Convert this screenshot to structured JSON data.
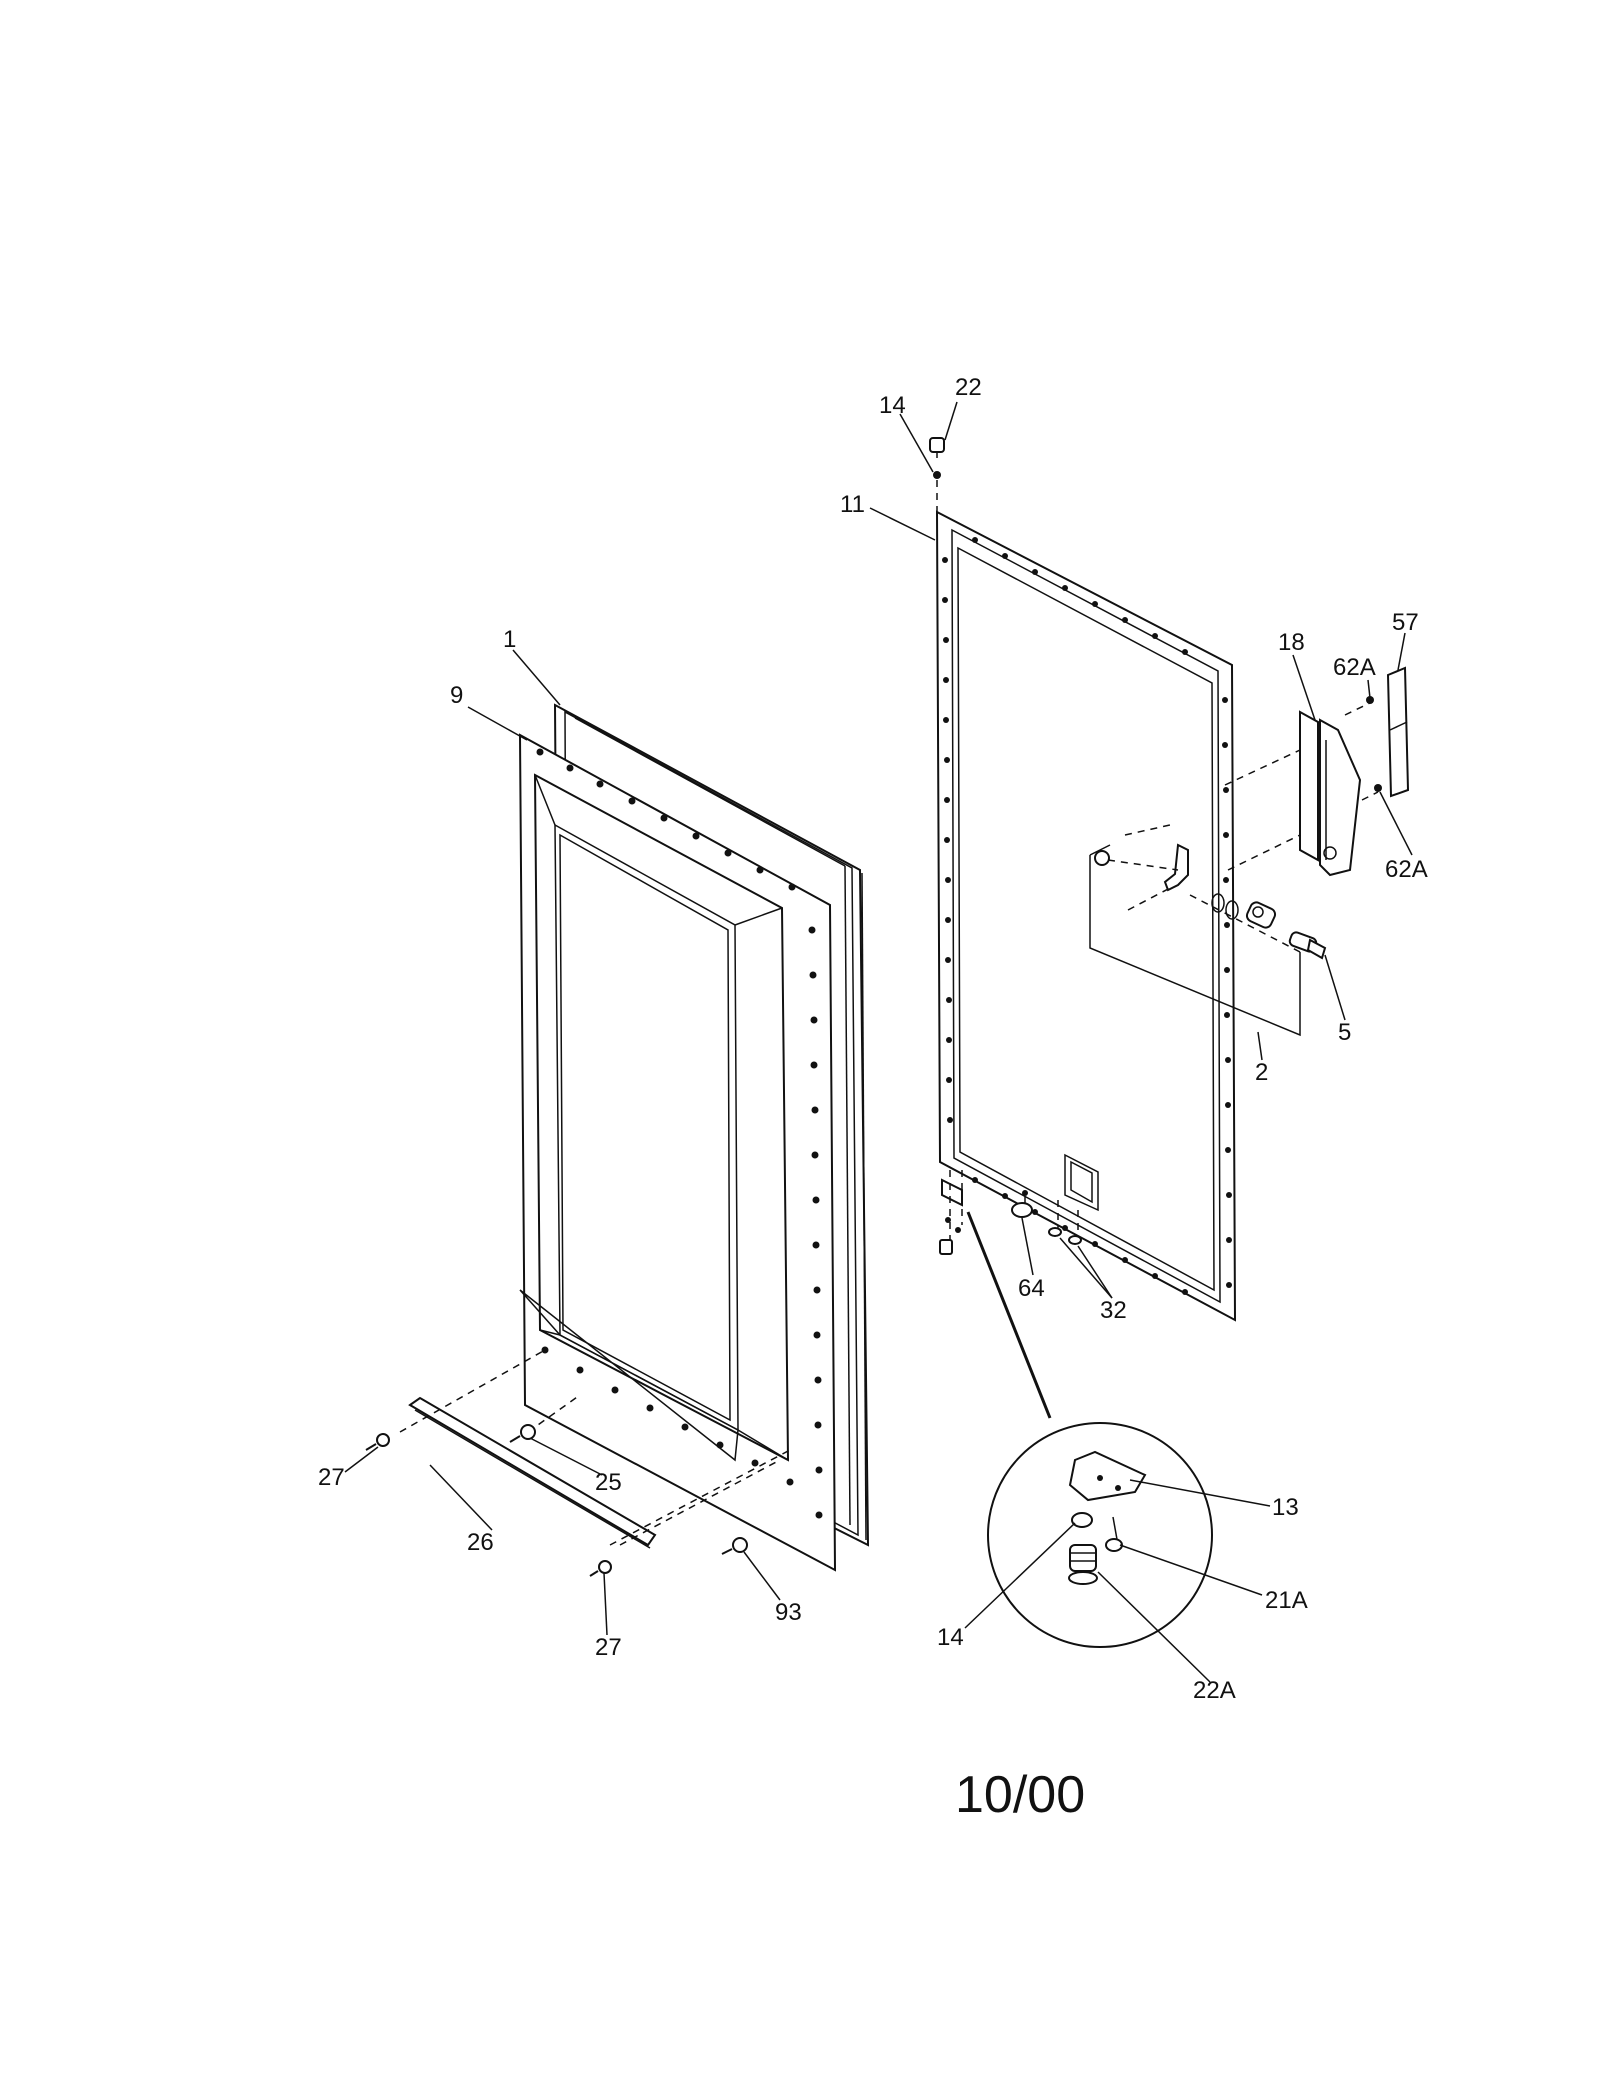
{
  "diagram": {
    "date_code": "10/00",
    "part_labels": {
      "p22_top": "22",
      "p14_top": "14",
      "p11": "11",
      "p57": "57",
      "p18": "18",
      "p62a_top": "62A",
      "p62a_bottom": "62A",
      "p1": "1",
      "p9": "9",
      "p5": "5",
      "p2": "2",
      "p64": "64",
      "p32": "32",
      "p27_left": "27",
      "p25": "25",
      "p26": "26",
      "p27_bottom": "27",
      "p93": "93",
      "p13": "13",
      "p21a": "21A",
      "p14_detail": "14",
      "p22a": "22A"
    }
  }
}
